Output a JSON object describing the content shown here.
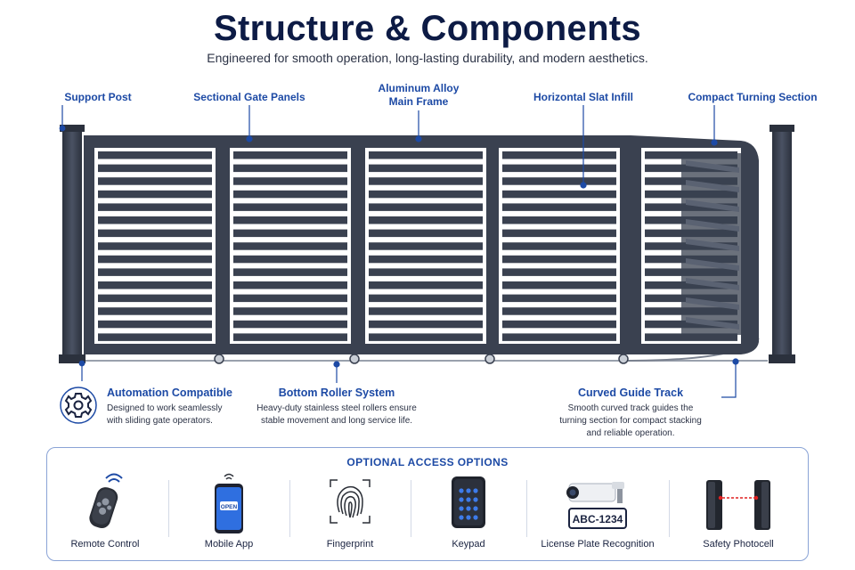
{
  "title": "Structure & Components",
  "subtitle": "Engineered for smooth operation, long-lasting durability, and modern aesthetics.",
  "callouts": {
    "support_post": "Support Post",
    "sectional_panels": "Sectional Gate Panels",
    "main_frame_line1": "Aluminum Alloy",
    "main_frame_line2": "Main Frame",
    "slat_infill": "Horizontal Slat Infill",
    "turning_section": "Compact Turning Section"
  },
  "features": {
    "automation": {
      "title": "Automation Compatible",
      "line1": "Designed to work seamlessly",
      "line2": "with sliding gate operators.",
      "icon": "gear-icon"
    },
    "rollers": {
      "title": "Bottom Roller System",
      "line1": "Heavy-duty stainless steel rollers ensure",
      "line2": "stable movement and long service life."
    },
    "guide_track": {
      "title": "Curved Guide Track",
      "line1": "Smooth curved track guides the",
      "line2": "turning section for compact stacking",
      "line3": "and reliable operation."
    }
  },
  "options": {
    "title": "OPTIONAL ACCESS OPTIONS",
    "items": [
      {
        "label": "Remote Control",
        "icon": "remote-control-icon"
      },
      {
        "label": "Mobile App",
        "icon": "mobile-app-icon",
        "screen_text": "OPEN"
      },
      {
        "label": "Fingerprint",
        "icon": "fingerprint-icon"
      },
      {
        "label": "Keypad",
        "icon": "keypad-icon"
      },
      {
        "label": "License Plate Recognition",
        "icon": "camera-icon",
        "plate_text": "ABC-1234"
      },
      {
        "label": "Safety Photocell",
        "icon": "photocell-icon"
      }
    ]
  },
  "colors": {
    "frame": "#3a4150",
    "accent": "#1d4aa5",
    "title": "#0d1b45",
    "beam": "#e02020"
  }
}
